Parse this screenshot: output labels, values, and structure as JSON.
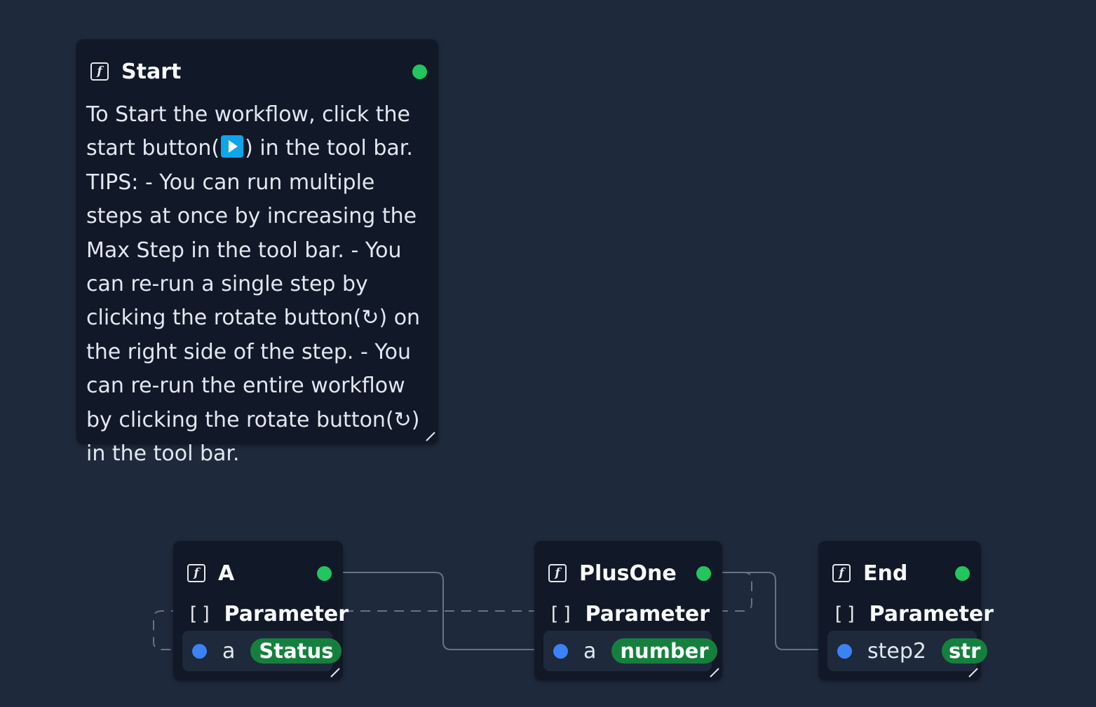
{
  "nodes": {
    "start": {
      "title": "Start",
      "icon": "function-icon",
      "status": "ready",
      "description": {
        "part1": "To Start the workflow, click the start button(",
        "play_icon": "play-icon",
        "part2": ") in the tool bar. TIPS: - You can run multiple steps at once by increasing the Max Step in the tool bar. - You can re-run a single step by clicking the rotate button(↻) on the right side of the step. - You can re-run the entire workflow by clicking the rotate button(↻) in the tool bar."
      }
    },
    "a": {
      "title": "A",
      "icon": "function-icon",
      "status": "ready",
      "param_header": "Parameter",
      "input": {
        "name": "a",
        "type": "Status"
      }
    },
    "plusone": {
      "title": "PlusOne",
      "icon": "function-icon",
      "status": "ready",
      "param_header": "Parameter",
      "input": {
        "name": "a",
        "type": "number"
      }
    },
    "end": {
      "title": "End",
      "icon": "function-icon",
      "status": "ready",
      "param_header": "Parameter",
      "input": {
        "name": "step2",
        "type": "str"
      }
    }
  },
  "colors": {
    "canvas": "#1e293b",
    "node": "#111827",
    "status_ready": "#22c55e",
    "port": "#3b82f6",
    "type_badge": "#15803d",
    "edge": "#6b7280",
    "play_button": "#0ea5e9"
  }
}
